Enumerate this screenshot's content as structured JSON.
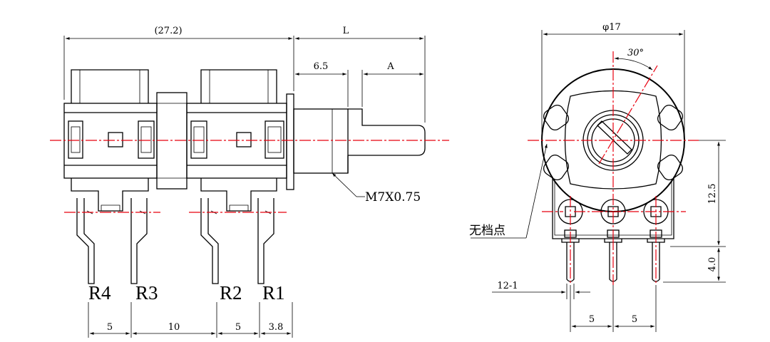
{
  "side_view": {
    "overall_width": "(27.2)",
    "shaft_length": "L",
    "shaft_step": "6.5",
    "flat_length": "A",
    "thread": "M7X0.75",
    "terminal_labels": [
      "R4",
      "R3",
      "R2",
      "R1"
    ],
    "pin_spacing": [
      "5",
      "10",
      "5",
      "3.8"
    ]
  },
  "front_view": {
    "diameter": "φ17",
    "angle": "30°",
    "height": "12.5",
    "pin_length": "4.0",
    "pin_width": "12-1",
    "pin_pitch": [
      "5",
      "5"
    ],
    "note": "无档点"
  },
  "colors": {
    "line": "#000000",
    "centerline": "#e8000f"
  }
}
